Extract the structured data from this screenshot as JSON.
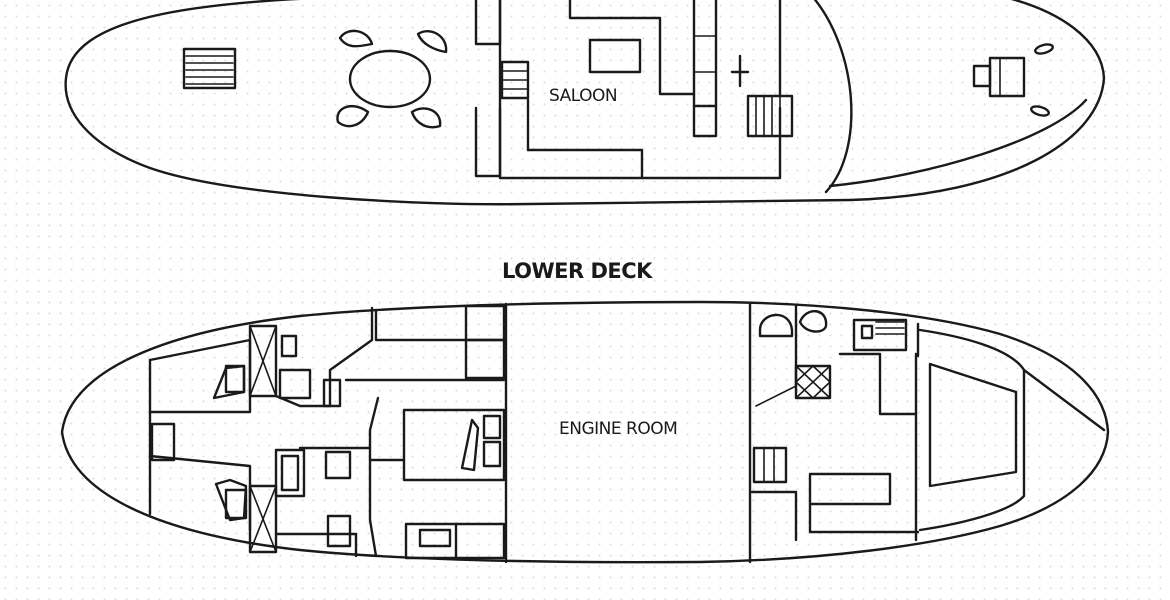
{
  "labels": {
    "saloon": "SALOON",
    "section_heading": "LOWER DECK",
    "engine_room": "ENGINE ROOM"
  },
  "colors": {
    "ink": "#1a1a1a",
    "paper": "#ffffff",
    "dots": "#dddddd"
  }
}
